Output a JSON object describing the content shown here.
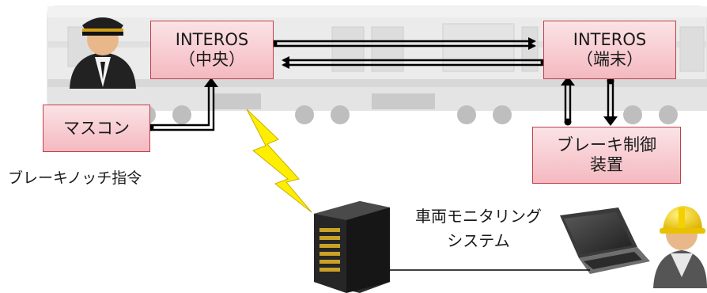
{
  "diagram": {
    "central_box": {
      "line1": "INTEROS",
      "line2": "（中央）"
    },
    "terminal_box": {
      "line1": "INTEROS",
      "line2": "（端末）"
    },
    "mascon_box": {
      "label": "マスコン"
    },
    "brake_box": {
      "line1": "ブレーキ制御",
      "line2": "装置"
    },
    "notch_label": "ブレーキノッチ指令",
    "monitoring_label": {
      "line1": "車両モニタリング",
      "line2": "システム"
    }
  },
  "colors": {
    "box_fill": "#f6c4ca",
    "box_border": "#c0404a",
    "lightning": "#ffee00",
    "train_body": "#d9d9d9"
  },
  "icons": [
    "train-background",
    "driver-icon",
    "lightning-icon",
    "server-icon",
    "laptop-icon",
    "worker-icon"
  ]
}
